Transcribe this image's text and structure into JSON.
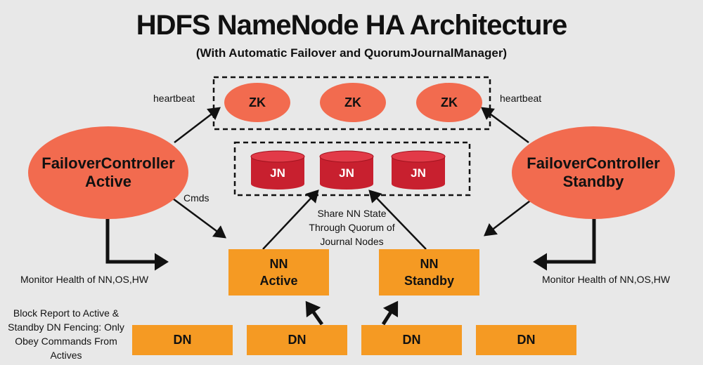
{
  "title": "HDFS NameNode HA Architecture",
  "subtitle": "(With Automatic Failover and QuorumJournalManager)",
  "zookeeper": {
    "nodes": [
      "ZK",
      "ZK",
      "ZK"
    ]
  },
  "journal": {
    "nodes": [
      "JN",
      "JN",
      "JN"
    ]
  },
  "failover_active": {
    "line1": "FailoverController",
    "line2": "Active"
  },
  "failover_standby": {
    "line1": "FailoverController",
    "line2": "Standby"
  },
  "nn_active": {
    "line1": "NN",
    "line2": "Active"
  },
  "nn_standby": {
    "line1": "NN",
    "line2": "Standby"
  },
  "datanodes": [
    "DN",
    "DN",
    "DN",
    "DN"
  ],
  "labels": {
    "heartbeat_left": "heartbeat",
    "heartbeat_right": "heartbeat",
    "cmds": "Cmds",
    "share_state": [
      "Share NN State",
      "Through Quorum of",
      "Journal Nodes"
    ],
    "monitor_left": "Monitor Health of NN,OS,HW",
    "monitor_right": "Monitor Health of NN,OS,HW",
    "block_report": [
      "Block Report to Active &",
      "Standby DN Fencing: Only",
      "Obey Commands From",
      "Actives"
    ]
  },
  "colors": {
    "background": "#e8e8e8",
    "controller_fill": "#f26b4f",
    "journal_fill": "#c8202f",
    "node_fill": "#f59a23",
    "arrow": "#111111"
  }
}
